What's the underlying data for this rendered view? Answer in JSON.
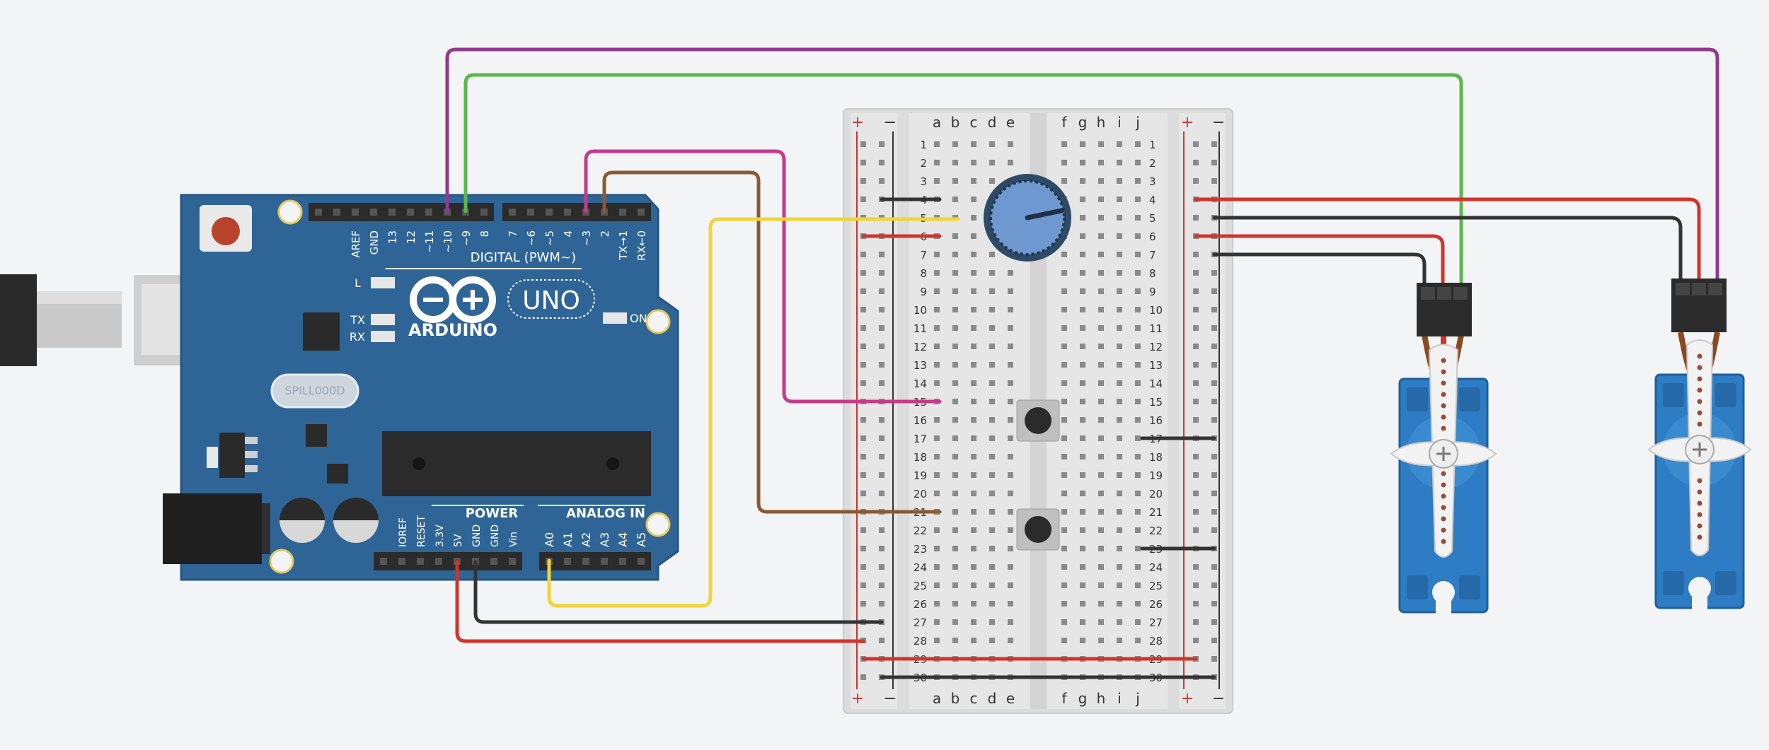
{
  "arduino": {
    "digital_pins": [
      "AREF",
      "GND",
      "13",
      "12",
      "~11",
      "~10",
      "~9",
      "8",
      "7",
      "~6",
      "~5",
      "4",
      "~3",
      "2",
      "TX→1",
      "RX←0"
    ],
    "digital_label": "DIGITAL (PWM~)",
    "brand": "ARDUINO",
    "model": "UNO",
    "led_labels": [
      "L",
      "TX",
      "RX"
    ],
    "on_label": "ON",
    "crystal": "SPILL000D",
    "power_label": "POWER",
    "power_pins": [
      "IOREF",
      "RESET",
      "3.3V",
      "5V",
      "GND",
      "GND",
      "Vin"
    ],
    "analog_label": "ANALOG IN",
    "analog_pins": [
      "A0",
      "A1",
      "A2",
      "A3",
      "A4",
      "A5"
    ]
  },
  "breadboard": {
    "columns_left": [
      "a",
      "b",
      "c",
      "d",
      "e"
    ],
    "columns_right": [
      "f",
      "g",
      "h",
      "i",
      "j"
    ],
    "rows": 30,
    "plus": "+",
    "minus": "−"
  },
  "components": [
    {
      "type": "potentiometer",
      "name": "potentiometer"
    },
    {
      "type": "pushbutton",
      "name": "button-1"
    },
    {
      "type": "pushbutton",
      "name": "button-2"
    },
    {
      "type": "micro-servo",
      "name": "servo-1"
    },
    {
      "type": "micro-servo",
      "name": "servo-2"
    },
    {
      "type": "usb-cable",
      "name": "usb-cable"
    }
  ],
  "wire_colors": {
    "purple": "#8e3b8f",
    "green": "#5bb74e",
    "magenta": "#c53a8a",
    "brown": "#8a5a34",
    "yellow": "#f2d43a",
    "red": "#d2332b",
    "black": "#333333"
  },
  "board_color": "#2f6596",
  "servo_color": "#2e7cc4"
}
